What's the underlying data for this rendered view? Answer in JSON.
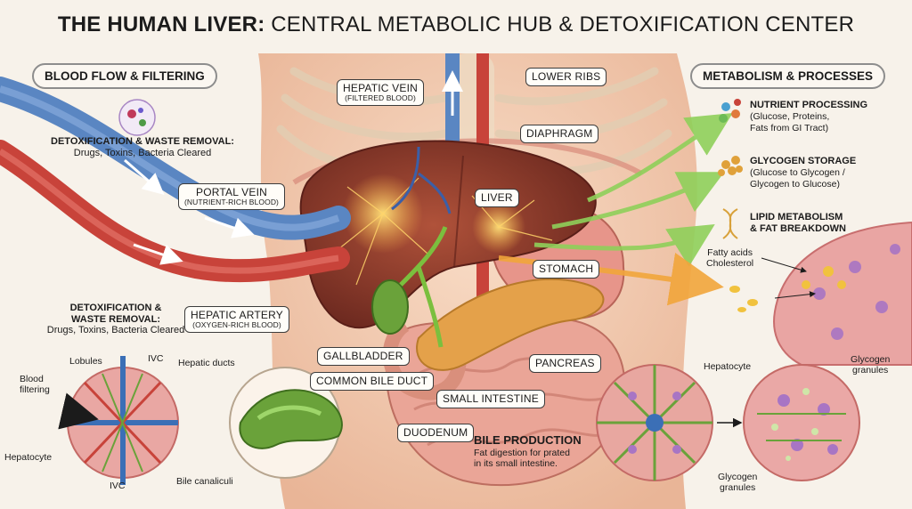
{
  "title": {
    "bold": "THE HUMAN LIVER:",
    "rest": "CENTRAL METABOLIC HUB & DETOXIFICATION CENTER"
  },
  "headers": {
    "left": "BLOOD FLOW & FILTERING",
    "right": "METABOLISM & PROCESSES"
  },
  "detox_top": {
    "title": "DETOXIFICATION & WASTE REMOVAL:",
    "desc": "Drugs, Toxins, Bacteria Cleared"
  },
  "detox_bottom": {
    "title1": "DETOXIFICATION &",
    "title2": "WASTE REMOVAL:",
    "desc": "Drugs, Toxins, Bacteria Cleared"
  },
  "boxes": {
    "hepatic_vein": {
      "name": "HEPATIC VEIN",
      "sub": "(FILTERED BLOOD)"
    },
    "portal_vein": {
      "name": "PORTAL VEIN",
      "sub": "(NUTRIENT-RICH BLOOD)"
    },
    "hepatic_artery": {
      "name": "HEPATIC ARTERY",
      "sub": "(OXYGEN-RICH BLOOD)"
    },
    "lower_ribs": "LOWER RIBS",
    "diaphragm": "DIAPHRAGM",
    "liver": "LIVER",
    "stomach": "STOMACH",
    "gallbladder": "GALLBLADDER",
    "common_bile_duct": "COMMON BILE DUCT",
    "pancreas": "PANCREAS",
    "small_intestine": "SMALL INTESTINE",
    "duodenum": "DUODENUM"
  },
  "processes": [
    {
      "title": "NUTRIENT PROCESSING",
      "lines": [
        "(Glucose, Proteins,",
        "Fats from GI Tract)"
      ]
    },
    {
      "title": "GLYCOGEN STORAGE",
      "lines": [
        "(Glucose to Glycogen /",
        "Glycogen to Glucose)"
      ]
    },
    {
      "title": "LIPID METABOLISM",
      "lines": [
        "& FAT BREAKDOWN"
      ]
    }
  ],
  "fat_labels": [
    "Fatty acids",
    "Cholesterol"
  ],
  "lobule_labels": {
    "lobules": "Lobules",
    "ivc_top": "IVC",
    "hepatic_ducts": "Hepatic ducts",
    "blood_filtering_1": "Blood",
    "blood_filtering_2": "filtering",
    "hepatocyte": "Hepatocyte",
    "ivc_bottom": "IVC",
    "bile_canaliculi": "Bile canaliculi"
  },
  "bile": {
    "title": "BILE PRODUCTION",
    "line1": "Fat digestion for prated",
    "line2": "in its small intestine."
  },
  "cells": {
    "hepatocyte": "Hepatocyte",
    "glycogen_top_1": "Glycogen",
    "glycogen_top_2": "granules",
    "glycogen_bottom_1": "Glycogen",
    "glycogen_bottom_2": "granules"
  },
  "colors": {
    "vein_blue": "#5a86c2",
    "artery_red": "#c8433a",
    "liver": "#8a3a2c",
    "gallbladder": "#6aa23a",
    "pancreas": "#e4a14a",
    "intestine": "#e9a79a",
    "skin": "#f3cdb4"
  }
}
